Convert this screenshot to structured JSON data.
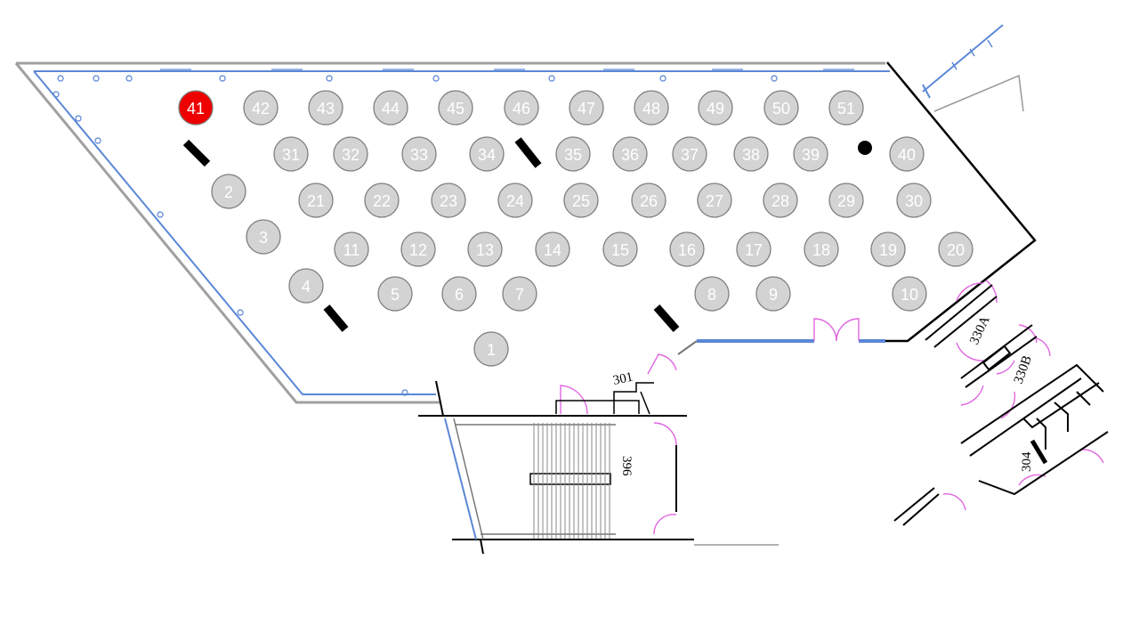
{
  "colors": {
    "seat_fill": "#d3d3d3",
    "seat_stroke": "#7f7f7f",
    "seat_text": "#ffffff",
    "selected_fill": "#ee0000",
    "wall_blue": "#5b87d6",
    "door_pink": "#e066e0"
  },
  "selected_seat": "41",
  "seats": [
    "1",
    "2",
    "3",
    "4",
    "5",
    "6",
    "7",
    "8",
    "9",
    "10",
    "11",
    "12",
    "13",
    "14",
    "15",
    "16",
    "17",
    "18",
    "19",
    "20",
    "21",
    "22",
    "23",
    "24",
    "25",
    "26",
    "27",
    "28",
    "29",
    "30",
    "31",
    "32",
    "33",
    "34",
    "35",
    "36",
    "37",
    "38",
    "39",
    "40",
    "41",
    "42",
    "43",
    "44",
    "45",
    "46",
    "47",
    "48",
    "49",
    "50",
    "51"
  ],
  "rooms": {
    "r301": "301",
    "r330a": "330A",
    "r330b": "330B",
    "r396": "396",
    "r304": "304"
  }
}
